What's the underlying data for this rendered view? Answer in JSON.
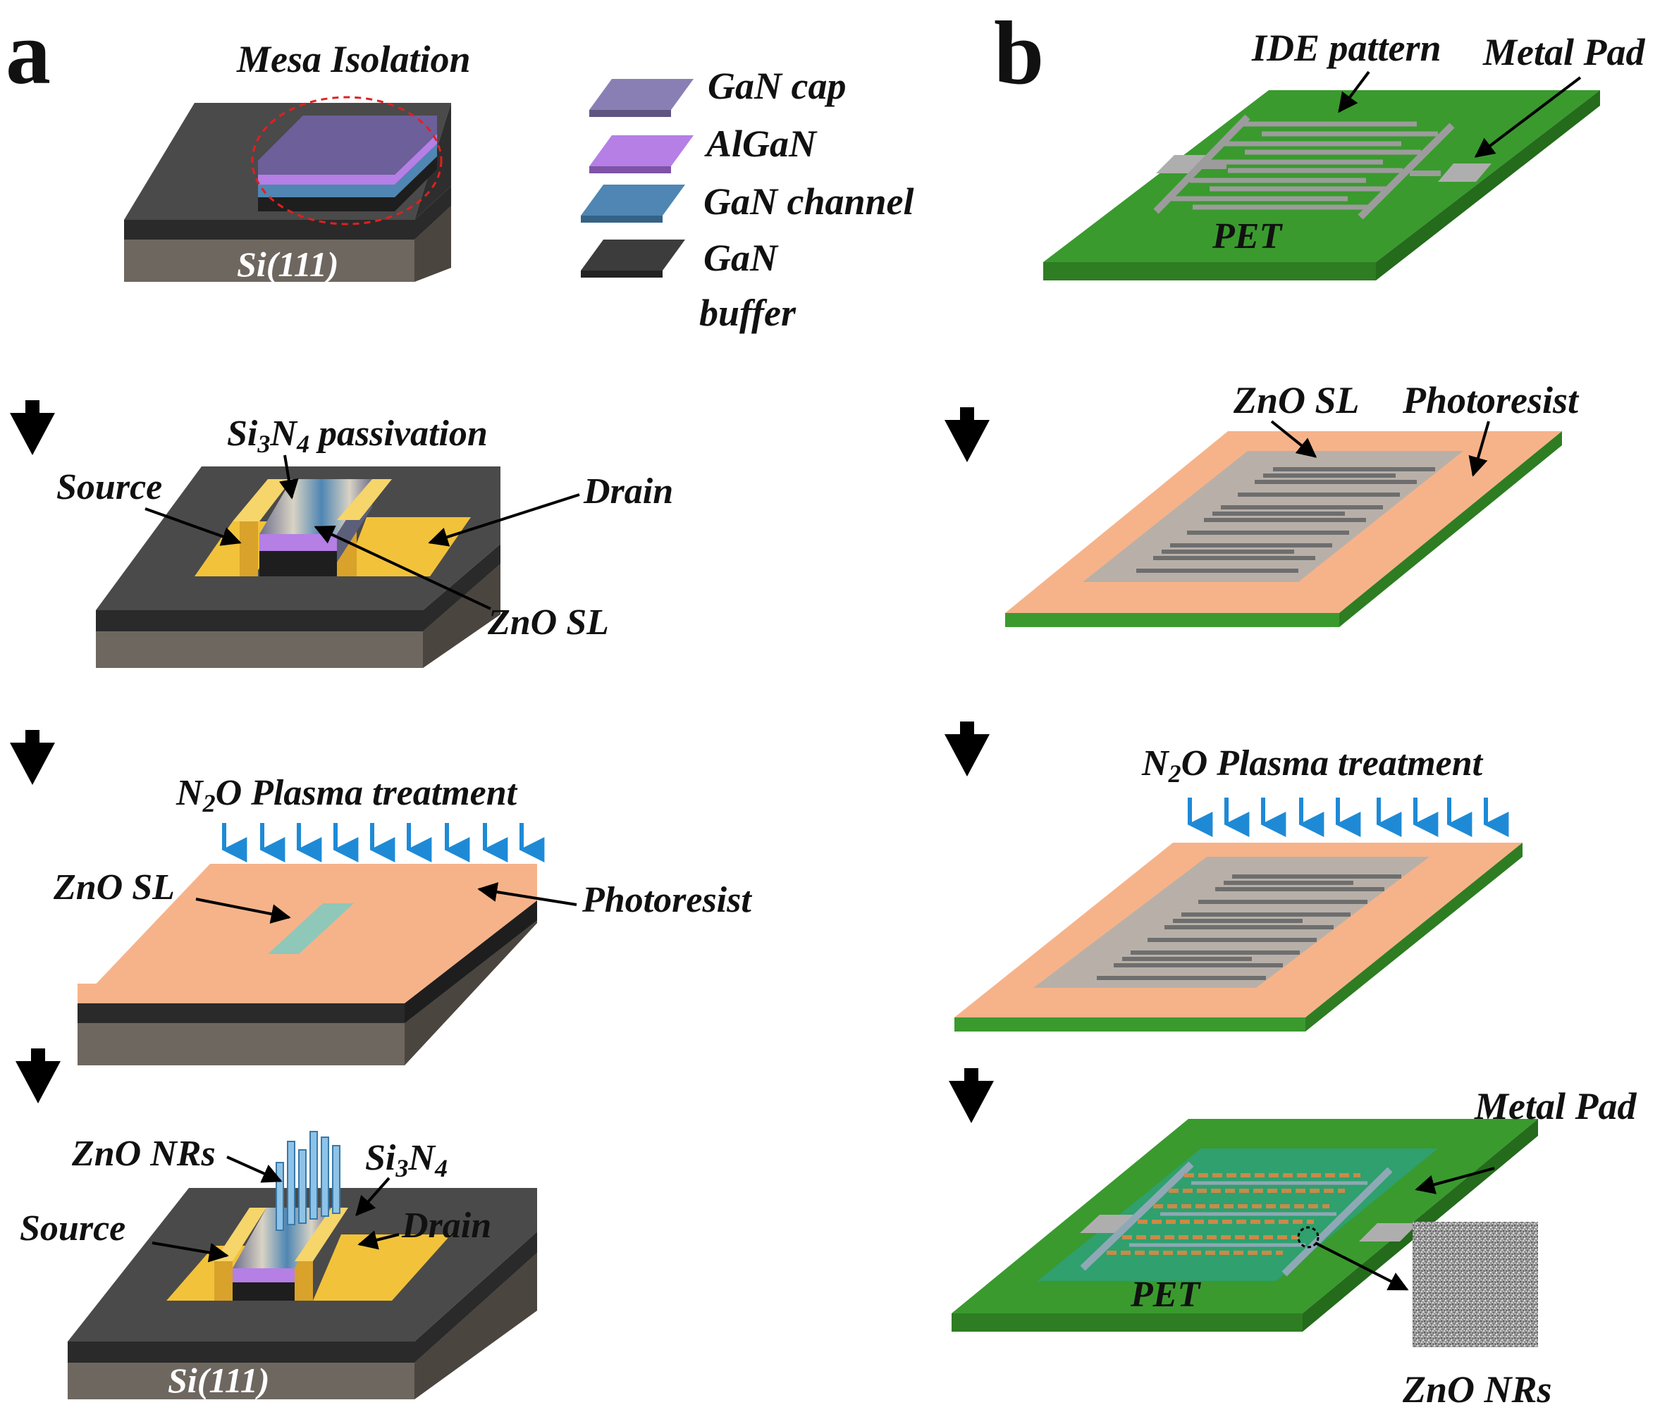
{
  "panel_a": {
    "letter": "a",
    "step1": {
      "title": "Mesa Isolation",
      "substrate": "Si(111)",
      "legend": [
        {
          "label": "GaN cap",
          "color": "#8a7fb5"
        },
        {
          "label": "AlGaN",
          "color": "#b57fe6"
        },
        {
          "label": "GaN channel",
          "color": "#4f86b3"
        },
        {
          "label_line1": "GaN",
          "label_line2": "buffer",
          "color": "#3c3c3c"
        }
      ]
    },
    "step2": {
      "passivation_prefix": "Si",
      "passivation_sub1": "3",
      "passivation_mid": "N",
      "passivation_sub2": "4",
      "passivation_suffix": " passivation",
      "source": "Source",
      "drain": "Drain",
      "sl": "ZnO SL"
    },
    "step3": {
      "plasma_prefix": "N",
      "plasma_sub": "2",
      "plasma_suffix": "O Plasma treatment",
      "sl": "ZnO SL",
      "photoresist": "Photoresist"
    },
    "step4": {
      "nrs": "ZnO NRs",
      "si3n4_prefix": "Si",
      "si3n4_sub1": "3",
      "si3n4_mid": "N",
      "si3n4_sub2": "4",
      "source": "Source",
      "drain": "Drain",
      "substrate": "Si(111)"
    }
  },
  "panel_b": {
    "letter": "b",
    "step1": {
      "ide": "IDE pattern",
      "pad": "Metal Pad",
      "substrate": "PET"
    },
    "step2": {
      "sl": "ZnO SL",
      "photoresist": "Photoresist"
    },
    "step3": {
      "plasma_prefix": "N",
      "plasma_sub": "2",
      "plasma_suffix": "O Plasma treatment"
    },
    "step4": {
      "pad": "Metal Pad",
      "substrate": "PET",
      "nrs": "ZnO NRs"
    }
  },
  "colors": {
    "gan_buffer": "#3c3c3c",
    "si_substrate": "#6e6760",
    "pet_green": "#3a9a2e",
    "photoresist": "#f6b38a",
    "zno_sl": "#b8b0a8",
    "gold": "#f2c23a",
    "plasma_arrow": "#1e8ad6"
  }
}
